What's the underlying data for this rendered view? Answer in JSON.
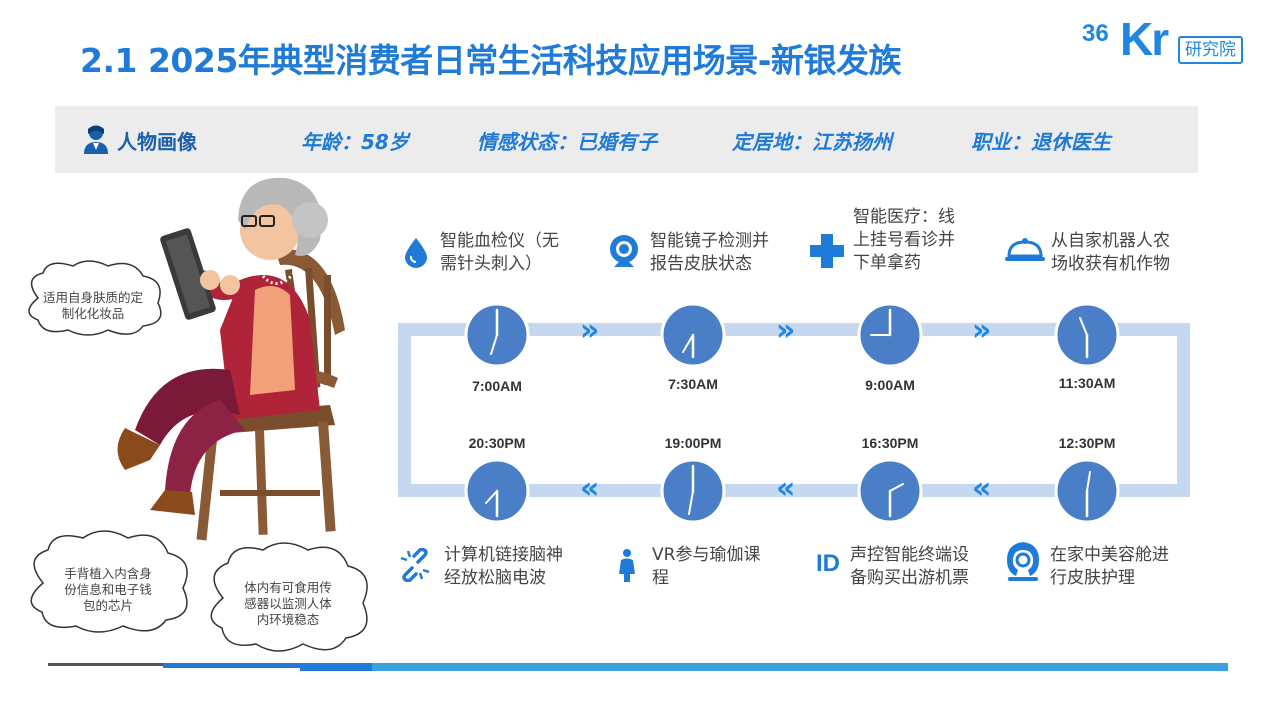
{
  "title": "2.1 2025年典型消费者日常生活科技应用场景-新银发族",
  "logo": {
    "num": "36",
    "kr": "Kr",
    "box": "研究院"
  },
  "profile": {
    "header": "人物画像",
    "age": "年龄：58岁",
    "emotion": "情感状态：已婚有子",
    "residence": "定居地：江苏扬州",
    "job": "职业：退休医生"
  },
  "bubbles": [
    {
      "text1": "适用自身肤质的定",
      "text2": "制化化妆品"
    },
    {
      "text1": "手背植入内含身",
      "text2": "份信息和电子钱",
      "text3": "包的芯片"
    },
    {
      "text1": "体内有可食用传",
      "text2": "感器以监测人体",
      "text3": "内环境稳态"
    }
  ],
  "timeline": [
    {
      "time": "7:00AM",
      "line1": "智能血检仪（无",
      "line2": "需针头刺入）",
      "icon": "blood-drop-icon"
    },
    {
      "time": "7:30AM",
      "line1": "智能镜子检测并",
      "line2": "报告皮肤状态",
      "icon": "webcam-icon"
    },
    {
      "time": "9:00AM",
      "line1": "智能医疗：线",
      "line2": "上挂号看诊并",
      "line3": "下单拿药",
      "icon": "medical-cross-icon"
    },
    {
      "time": "11:30AM",
      "line1": "从自家机器人农",
      "line2": "场收获有机作物",
      "icon": "food-cloche-icon"
    },
    {
      "time": "12:30PM",
      "line1": "在家中美容舱进",
      "line2": "行皮肤护理",
      "icon": "beauty-pod-icon"
    },
    {
      "time": "16:30PM",
      "line1": "声控智能终端设",
      "line2": "备购买出游机票",
      "icon": "id-icon",
      "icon_text": "ID"
    },
    {
      "time": "19:00PM",
      "line1": "VR参与瑜伽课",
      "line2": "程",
      "icon": "yoga-person-icon"
    },
    {
      "time": "20:30PM",
      "line1": "计算机链接脑神",
      "line2": "经放松脑电波",
      "icon": "link-icon"
    }
  ],
  "colors": {
    "accent": "#1f7ad8",
    "clock_face": "#4a7fc8",
    "track": "#c5d8ef",
    "bar": "#ececec"
  }
}
